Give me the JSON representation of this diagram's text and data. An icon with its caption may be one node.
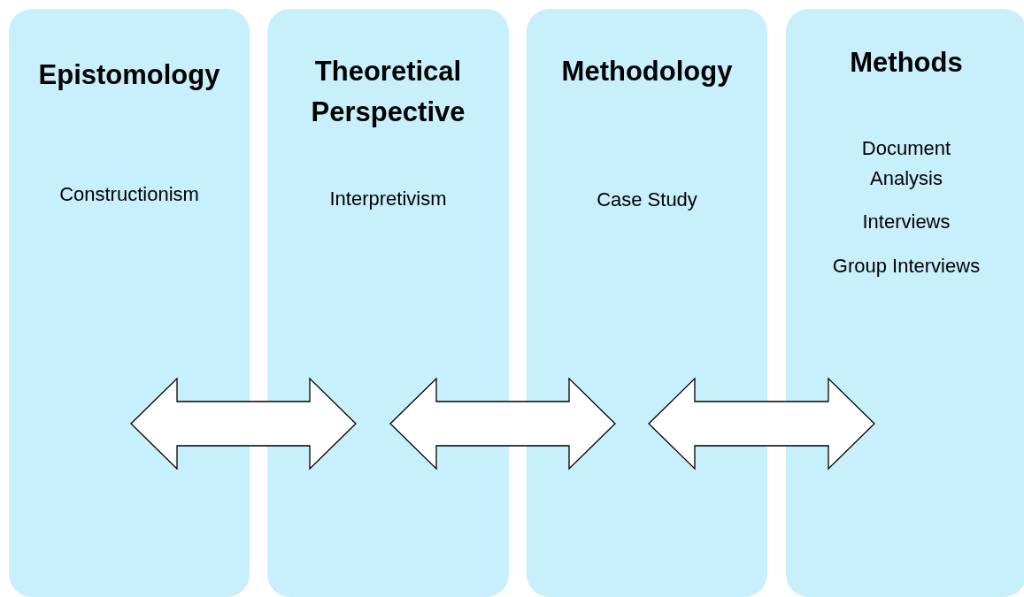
{
  "diagram": {
    "nodes": [
      {
        "text": [
          "Epistomology",
          "Constructionism"
        ]
      },
      {
        "text": [
          "Theoretical Perspective",
          "Interpretivism"
        ]
      },
      {
        "text": [
          "Methodology",
          "Case Study"
        ]
      },
      {
        "text": [
          "Methods",
          "Document Analysis",
          "Interviews",
          "Group Interviews"
        ]
      }
    ],
    "edges": [
      {
        "from": 0,
        "to": 1,
        "arrow": "both"
      },
      {
        "from": 1,
        "to": 2,
        "arrow": "both"
      },
      {
        "from": 2,
        "to": 3,
        "arrow": "both"
      }
    ]
  }
}
